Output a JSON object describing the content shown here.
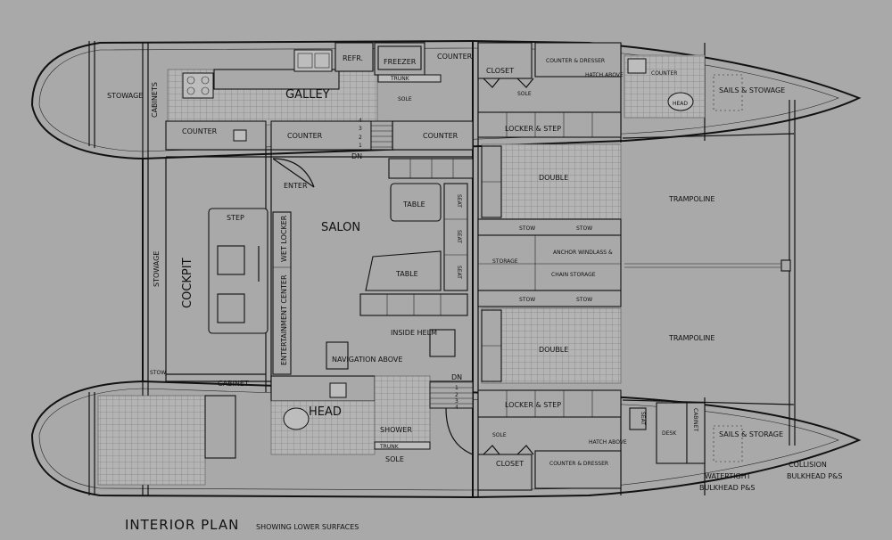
{
  "title": {
    "main": "INTERIOR PLAN",
    "sub": "SHOWING LOWER SURFACES"
  },
  "labels": {
    "stowage_top": "STOWAGE",
    "cabinets": "CABINETS",
    "galley": "GALLEY",
    "refr": "REFR.",
    "freezer": "FREEZER",
    "counter_top_right": "COUNTER",
    "trunk_top": "TRUNK",
    "sole_top": "SOLE",
    "counter_left": "COUNTER",
    "counter_mid": "COUNTER",
    "counter_right": "COUNTER",
    "step_4_top": "4",
    "step_3_top": "3",
    "step_2_top": "2",
    "step_1_top": "1",
    "dn_top": "DN",
    "closet_top": "CLOSET",
    "counter_dresser_top": "COUNTER & DRESSER",
    "hatch_above_top": "HATCH ABOVE",
    "sole_fwd_top": "SOLE",
    "counter_head_top": "COUNTER",
    "head_top": "HEAD",
    "sails_stowage_top": "SAILS & STOWAGE",
    "locker_step_top": "LOCKER & STEP",
    "double_top": "DOUBLE",
    "trampoline_top": "TRAMPOLINE",
    "stow_1": "STOW",
    "stow_2": "STOW",
    "anchor_windlass": "ANCHOR WINDLASS &",
    "storage_mid": "STORAGE",
    "chain_storage": "CHAIN STORAGE",
    "stow_3": "STOW",
    "stow_4": "STOW",
    "double_bottom": "DOUBLE",
    "trampoline_bottom": "TRAMPOLINE",
    "enter": "ENTER",
    "salon": "SALON",
    "table_1": "TABLE",
    "table_2": "TABLE",
    "seat_1": "SEAT",
    "seat_2": "SEAT",
    "seat_3": "SEAT",
    "step_cockpit": "STEP",
    "wet_locker": "WET LOCKER",
    "cockpit": "COCKPIT",
    "stowage_cockpit": "STOWAGE",
    "entertainment_center": "ENTERTAINMENT CENTER",
    "inside_helm": "INSIDE HELM",
    "navigation_above": "NAVIGATION ABOVE",
    "stow_small": "STOW",
    "cabinet_bottom": "CABINET",
    "head_bottom": "HEAD",
    "shower": "SHOWER",
    "trunk_bottom": "TRUNK",
    "sole_bottom": "SOLE",
    "step_1_bot": "1",
    "step_2_bot": "2",
    "step_3_bot": "3",
    "step_4_bot": "4",
    "dn_bottom": "DN",
    "locker_step_bottom": "LOCKER & STEP",
    "seat_bottom": "SEAT",
    "desk": "DESK",
    "cabinet_vert": "CABINET",
    "sails_storage_bottom": "SAILS & STORAGE",
    "sole_fwd_bottom": "SOLE",
    "closet_bottom": "CLOSET",
    "counter_dresser_bottom": "COUNTER & DRESSER",
    "hatch_above_bottom": "HATCH ABOVE",
    "watertight_1": "WATERTIGHT",
    "watertight_2": "BULKHEAD P&S",
    "collision_1": "COLLISION",
    "collision_2": "BULKHEAD P&S"
  }
}
